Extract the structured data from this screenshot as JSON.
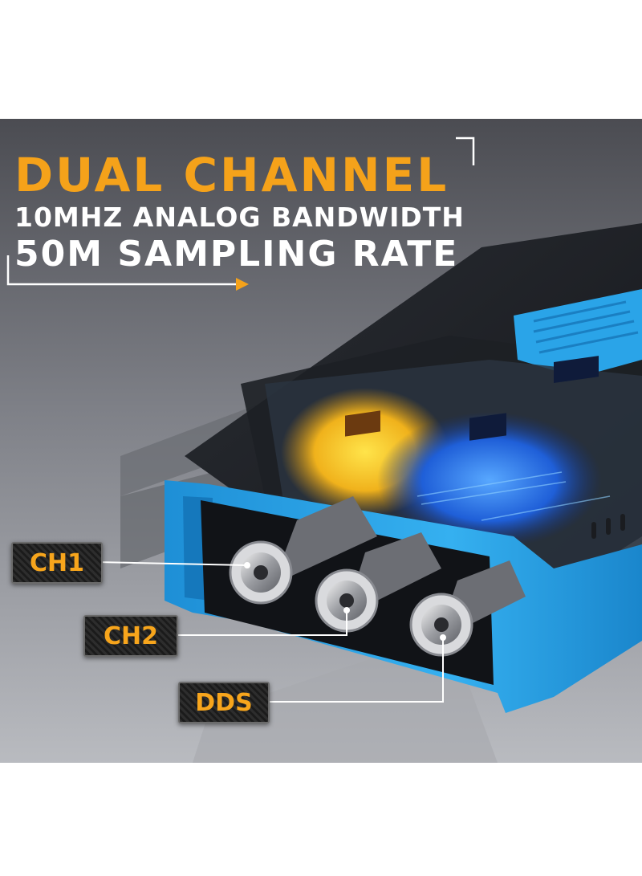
{
  "headline": {
    "line1": "DUAL CHANNEL",
    "line2": "10MHZ ANALOG BANDWIDTH",
    "line3": "50M SAMPLING RATE"
  },
  "callouts": [
    {
      "label": "CH1"
    },
    {
      "label": "CH2"
    },
    {
      "label": "DDS"
    }
  ],
  "colors": {
    "accent_orange": "#f5a21a",
    "device_blue": "#2aa4e8",
    "background_gray": "#8a8c93"
  }
}
